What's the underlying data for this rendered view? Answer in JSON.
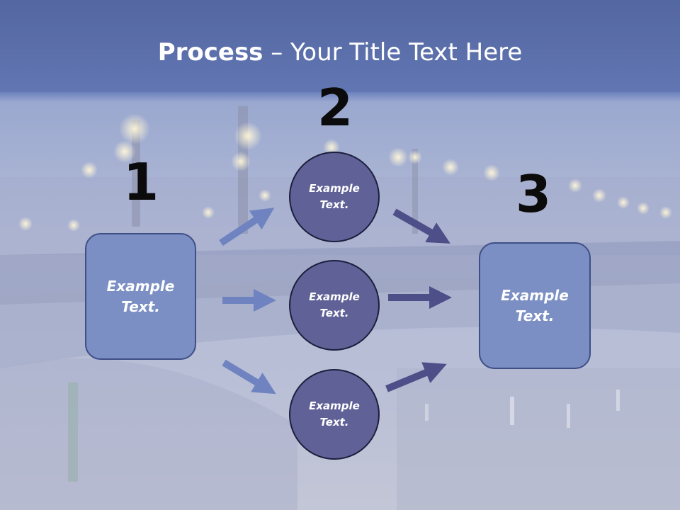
{
  "title": {
    "bold": "Process",
    "rest": " – Your Title Text Here"
  },
  "steps": [
    {
      "number": "1",
      "label": "Example\nText."
    },
    {
      "number": "2",
      "label": ""
    },
    {
      "number": "3",
      "label": "Example\nText."
    }
  ],
  "circles": [
    {
      "label": "Example\nText."
    },
    {
      "label": "Example\nText."
    },
    {
      "label": "Example\nText."
    }
  ],
  "colors": {
    "box_fill": "#7b8fc4",
    "circle_fill": "#5f6197",
    "arrow_light": "#6f83c0",
    "arrow_dark": "#4e4e88",
    "title_band": "#5a6eaa"
  }
}
